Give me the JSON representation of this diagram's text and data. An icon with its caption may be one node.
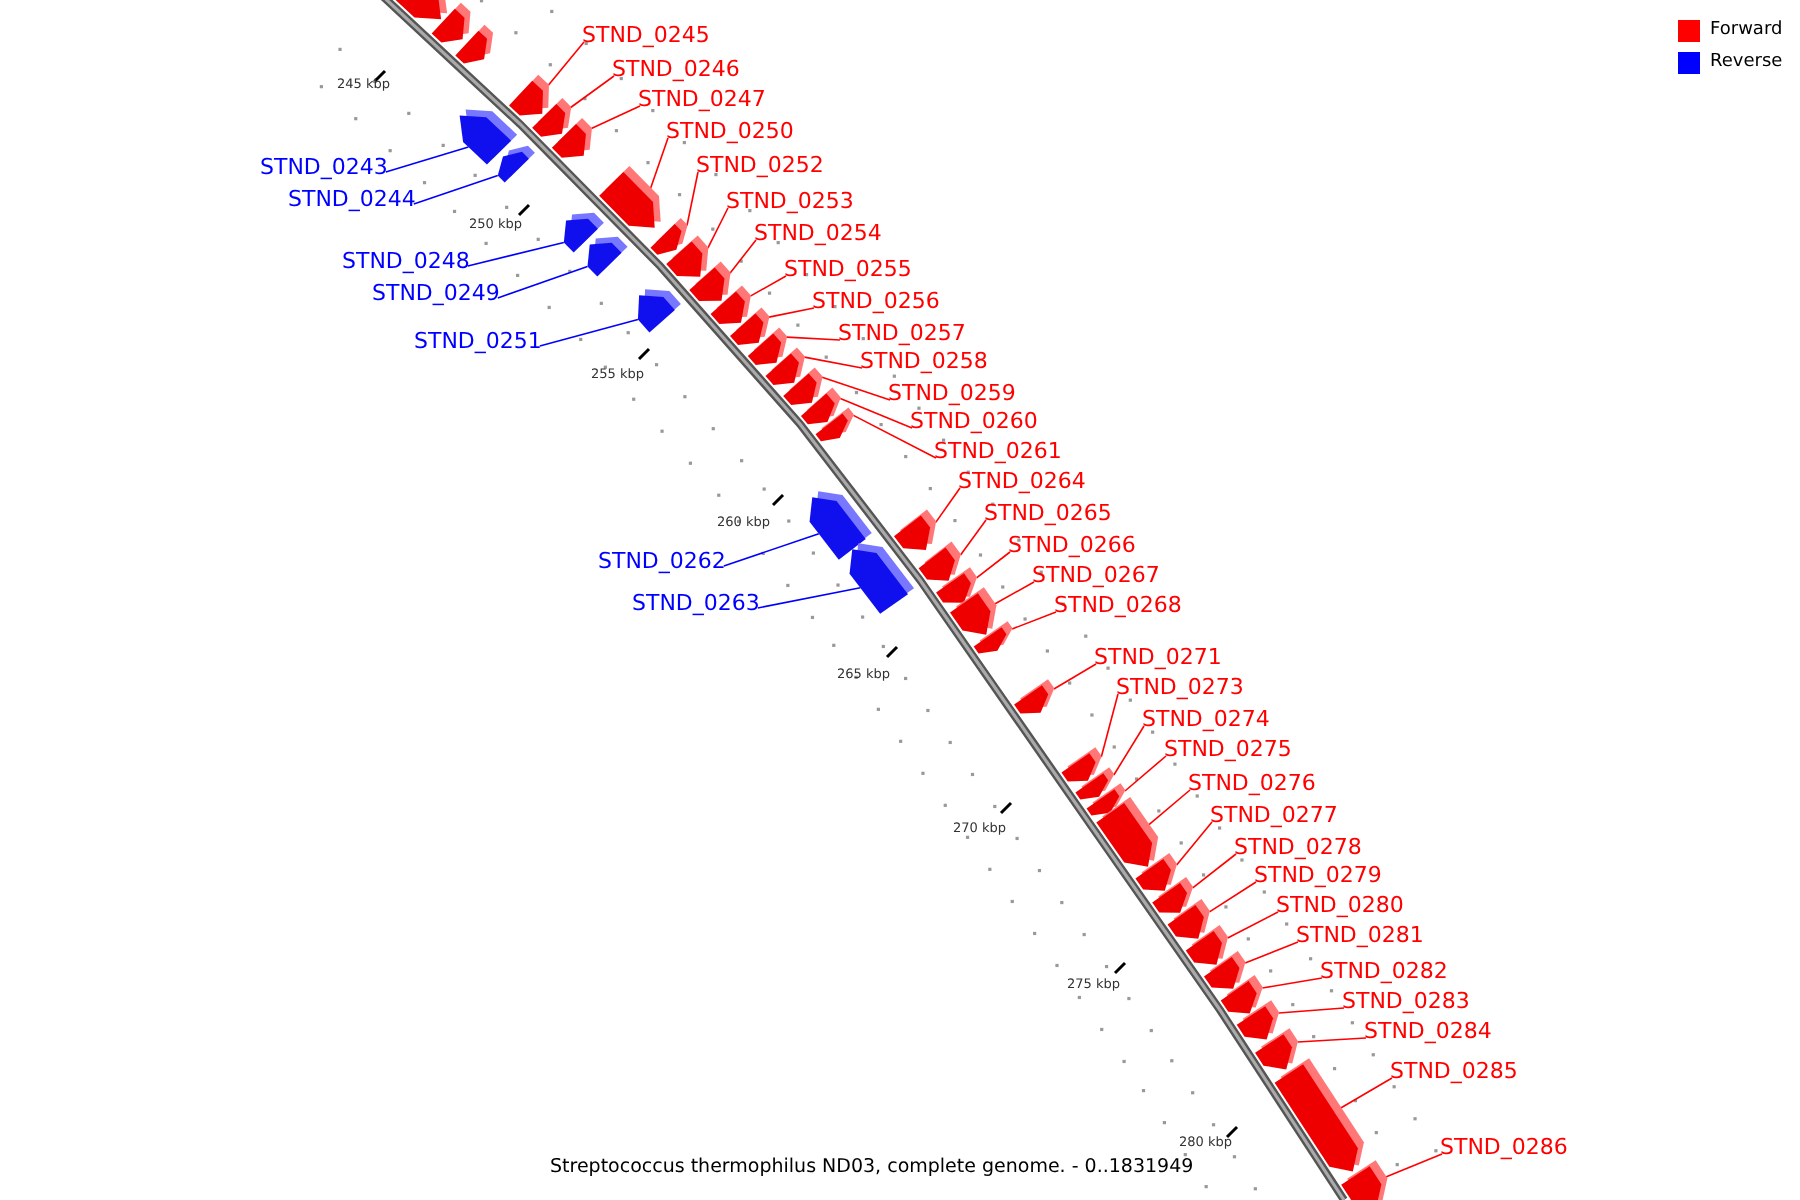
{
  "diagram": {
    "caption": "Streptococcus thermophilus ND03, complete genome. - 0..1831949",
    "nodes": [
      {
        "text": [
          "STND_0245"
        ]
      },
      {
        "text": [
          "STND_0246"
        ]
      },
      {
        "text": [
          "STND_0247"
        ]
      },
      {
        "text": [
          "STND_0250"
        ]
      },
      {
        "text": [
          "STND_0252"
        ]
      },
      {
        "text": [
          "STND_0243"
        ]
      },
      {
        "text": [
          "STND_0244"
        ]
      },
      {
        "text": [
          "STND_0253"
        ]
      },
      {
        "text": [
          "STND_0254"
        ]
      },
      {
        "text": [
          "STND_0248"
        ]
      },
      {
        "text": [
          "STND_0255"
        ]
      },
      {
        "text": [
          "STND_0249"
        ]
      },
      {
        "text": [
          "STND_0256"
        ]
      },
      {
        "text": [
          "STND_0257"
        ]
      },
      {
        "text": [
          "STND_0251"
        ]
      },
      {
        "text": [
          "STND_0258"
        ]
      },
      {
        "text": [
          "STND_0259"
        ]
      },
      {
        "text": [
          "STND_0260"
        ]
      },
      {
        "text": [
          "STND_0261"
        ]
      },
      {
        "text": [
          "STND_0264"
        ]
      },
      {
        "text": [
          "STND_0265"
        ]
      },
      {
        "text": [
          "STND_0266"
        ]
      },
      {
        "text": [
          "STND_0262"
        ]
      },
      {
        "text": [
          "STND_0267"
        ]
      },
      {
        "text": [
          "STND_0263"
        ]
      },
      {
        "text": [
          "STND_0268"
        ]
      },
      {
        "text": [
          "STND_0271"
        ]
      },
      {
        "text": [
          "STND_0273"
        ]
      },
      {
        "text": [
          "STND_0274"
        ]
      },
      {
        "text": [
          "STND_0275"
        ]
      },
      {
        "text": [
          "STND_0276"
        ]
      },
      {
        "text": [
          "STND_0277"
        ]
      },
      {
        "text": [
          "STND_0278"
        ]
      },
      {
        "text": [
          "STND_0279"
        ]
      },
      {
        "text": [
          "STND_0280"
        ]
      },
      {
        "text": [
          "STND_0281"
        ]
      },
      {
        "text": [
          "STND_0282"
        ]
      },
      {
        "text": [
          "STND_0283"
        ]
      },
      {
        "text": [
          "STND_0284"
        ]
      },
      {
        "text": [
          "STND_0285"
        ]
      },
      {
        "text": [
          "STND_0286"
        ]
      },
      {
        "text": [],
        "shape": "arrow"
      },
      {
        "text": [],
        "shape": "arrow"
      },
      {
        "text": [],
        "shape": "arrow"
      },
      {
        "text": [],
        "shape": "arrow"
      },
      {
        "text": [],
        "shape": "arrow"
      },
      {
        "text": [],
        "shape": "arrow"
      },
      {
        "text": [],
        "shape": "arrow"
      },
      {
        "text": [],
        "shape": "arrow"
      },
      {
        "text": [],
        "shape": "arrow"
      },
      {
        "text": [],
        "shape": "arrow"
      },
      {
        "text": [],
        "shape": "arrow"
      },
      {
        "text": [],
        "shape": "arrow"
      },
      {
        "text": [],
        "shape": "arrow"
      },
      {
        "text": [],
        "shape": "arrow"
      },
      {
        "text": [],
        "shape": "arrow"
      },
      {
        "text": [],
        "shape": "arrow"
      },
      {
        "text": [],
        "shape": "arrow"
      },
      {
        "text": [],
        "shape": "arrow"
      },
      {
        "text": [],
        "shape": "arrow"
      },
      {
        "text": [],
        "shape": "arrow"
      },
      {
        "text": [],
        "shape": "arrow"
      },
      {
        "text": [],
        "shape": "arrow"
      },
      {
        "text": [],
        "shape": "arrow"
      },
      {
        "text": [],
        "shape": "arrow"
      },
      {
        "text": [],
        "shape": "arrow"
      },
      {
        "text": [],
        "shape": "arrow"
      },
      {
        "text": [],
        "shape": "arrow"
      },
      {
        "text": [],
        "shape": "arrow"
      },
      {
        "text": [],
        "shape": "arrow"
      },
      {
        "text": [],
        "shape": "arrow"
      },
      {
        "text": [],
        "shape": "arrow"
      },
      {
        "text": [],
        "shape": "arrow"
      },
      {
        "text": [],
        "shape": "arrow"
      },
      {
        "text": [],
        "shape": "arrow"
      },
      {
        "text": [],
        "shape": "arrow"
      },
      {
        "text": [],
        "shape": "arrow"
      },
      {
        "text": [],
        "shape": "arrow"
      },
      {
        "text": [],
        "shape": "arrow"
      },
      {
        "text": [],
        "shape": "arrow"
      },
      {
        "text": [],
        "shape": "arrow"
      },
      {
        "text": [],
        "shape": "arrow"
      },
      {
        "text": [],
        "shape": "arrow"
      },
      {
        "text": [],
        "shape": "arrow"
      },
      {
        "text": [],
        "shape": "arrow"
      }
    ],
    "edges": [
      {
        "from": 0,
        "to": 45,
        "arrow": "none"
      },
      {
        "from": 1,
        "to": 47,
        "arrow": "none"
      },
      {
        "from": 2,
        "to": 48,
        "arrow": "none"
      },
      {
        "from": 3,
        "to": 50,
        "arrow": "none"
      },
      {
        "from": 4,
        "to": 52,
        "arrow": "none"
      },
      {
        "from": 5,
        "to": 44,
        "arrow": "none",
        "color": "#0000ff"
      },
      {
        "from": 6,
        "to": 46,
        "arrow": "none",
        "color": "#0000ff"
      },
      {
        "from": 7,
        "to": 53,
        "arrow": "none"
      },
      {
        "from": 8,
        "to": 55,
        "arrow": "none"
      },
      {
        "from": 9,
        "to": 49,
        "arrow": "none",
        "color": "#0000ff"
      },
      {
        "from": 10,
        "to": 56,
        "arrow": "none"
      },
      {
        "from": 11,
        "to": 51,
        "arrow": "none",
        "color": "#0000ff"
      },
      {
        "from": 12,
        "to": 57,
        "arrow": "none"
      },
      {
        "from": 13,
        "to": 58,
        "arrow": "none"
      },
      {
        "from": 14,
        "to": 54,
        "arrow": "none",
        "color": "#0000ff"
      },
      {
        "from": 15,
        "to": 59,
        "arrow": "none"
      },
      {
        "from": 16,
        "to": 60,
        "arrow": "none"
      },
      {
        "from": 17,
        "to": 61,
        "arrow": "none"
      },
      {
        "from": 18,
        "to": 62,
        "arrow": "none"
      },
      {
        "from": 19,
        "to": 65,
        "arrow": "none"
      },
      {
        "from": 20,
        "to": 66,
        "arrow": "none"
      },
      {
        "from": 21,
        "to": 67,
        "arrow": "none"
      },
      {
        "from": 22,
        "to": 63,
        "arrow": "none",
        "color": "#0000ff"
      },
      {
        "from": 23,
        "to": 68,
        "arrow": "none"
      },
      {
        "from": 24,
        "to": 64,
        "arrow": "none",
        "color": "#0000ff"
      },
      {
        "from": 25,
        "to": 69,
        "arrow": "none"
      },
      {
        "from": 26,
        "to": 70,
        "arrow": "none"
      },
      {
        "from": 27,
        "to": 71,
        "arrow": "none"
      },
      {
        "from": 28,
        "to": 72,
        "arrow": "none"
      },
      {
        "from": 29,
        "to": 73,
        "arrow": "none"
      },
      {
        "from": 30,
        "to": 74,
        "arrow": "none"
      },
      {
        "from": 31,
        "to": 75,
        "arrow": "none"
      },
      {
        "from": 32,
        "to": 76,
        "arrow": "none"
      },
      {
        "from": 33,
        "to": 77,
        "arrow": "none"
      },
      {
        "from": 34,
        "to": 78,
        "arrow": "none"
      },
      {
        "from": 35,
        "to": 79,
        "arrow": "none"
      },
      {
        "from": 36,
        "to": 80,
        "arrow": "none"
      },
      {
        "from": 37,
        "to": 81,
        "arrow": "none"
      },
      {
        "from": 38,
        "to": 82,
        "arrow": "none"
      },
      {
        "from": 39,
        "to": 83,
        "arrow": "none"
      },
      {
        "from": 40,
        "to": 84,
        "arrow": "none"
      }
    ],
    "labels": [
      "245 kbp",
      "250 kbp",
      "255 kbp",
      "260 kbp",
      "265 kbp",
      "270 kbp",
      "275 kbp",
      "280 kbp"
    ],
    "legend": [
      {
        "text": "Forward",
        "color": "#ff0000"
      },
      {
        "text": "Reverse",
        "color": "#0000ff"
      }
    ]
  }
}
